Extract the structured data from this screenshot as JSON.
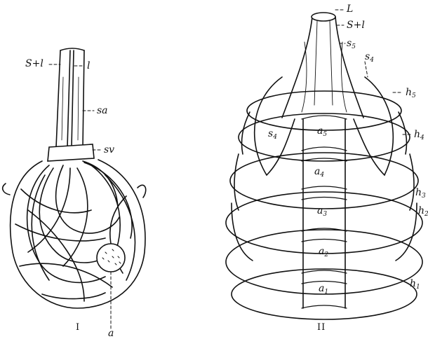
{
  "figure_I": {
    "caption": "I",
    "labels": {
      "s_plus_l": "S+l",
      "l": "l",
      "sa": "sa",
      "sv": "sv",
      "a": "a"
    }
  },
  "figure_II": {
    "caption": "II",
    "labels": {
      "L": "L",
      "s_plus_l": "S+l",
      "s5": {
        "base": "s",
        "sub": "5"
      },
      "s4_top": {
        "base": "s",
        "sub": "4"
      },
      "s4_left": {
        "base": "s",
        "sub": "4"
      },
      "h5": {
        "base": "h",
        "sub": "5"
      },
      "h4": {
        "base": "h",
        "sub": "4"
      },
      "h3": {
        "base": "h",
        "sub": "3"
      },
      "h2": {
        "base": "h",
        "sub": "2"
      },
      "h1": {
        "base": "h",
        "sub": "1"
      },
      "a5": {
        "base": "a",
        "sub": "5"
      },
      "a4": {
        "base": "a",
        "sub": "4"
      },
      "a3": {
        "base": "a",
        "sub": "3"
      },
      "a2": {
        "base": "a",
        "sub": "2"
      },
      "a1": {
        "base": "a",
        "sub": "1"
      }
    }
  },
  "colors": {
    "ink": "#111111",
    "paper": "#ffffff"
  }
}
